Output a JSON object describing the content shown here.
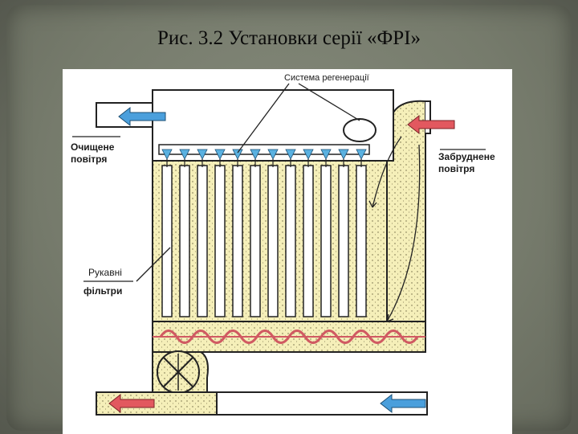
{
  "slide": {
    "title": "Рис. 3.2 Установки серії «ФРІ»"
  },
  "diagram": {
    "labels": {
      "regeneration_system": "Система регенерації",
      "clean_air_line1": "Очищене",
      "clean_air_line2": "повітря",
      "dirty_air_line1": "Забруднене",
      "dirty_air_line2": "повітря",
      "bag_filters_line1": "Рукавні",
      "bag_filters_line2": "фільтри"
    },
    "colors": {
      "dust_fill": "#f5efb9",
      "blue_arrow": "#4a9fdc",
      "red_arrow": "#e2585f",
      "screw": "#e07f86",
      "nozzle": "#5ab1e0",
      "line": "#222222"
    },
    "filter_bag_count": 12
  }
}
